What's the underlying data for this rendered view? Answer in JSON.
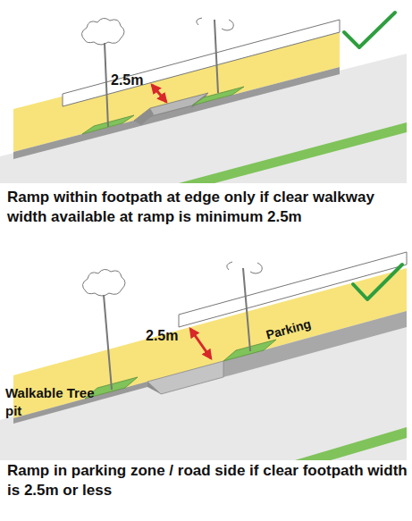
{
  "diagram": {
    "labels": [
      "2.5m",
      "Ramp within footpath at edge only if clear walkway width available at ramp is minimum 2.5m",
      "2.5m",
      "Parking",
      "Walkable Tree pit",
      "Ramp in parking zone / road side if clear footpath width is 2.5m or less"
    ]
  }
}
